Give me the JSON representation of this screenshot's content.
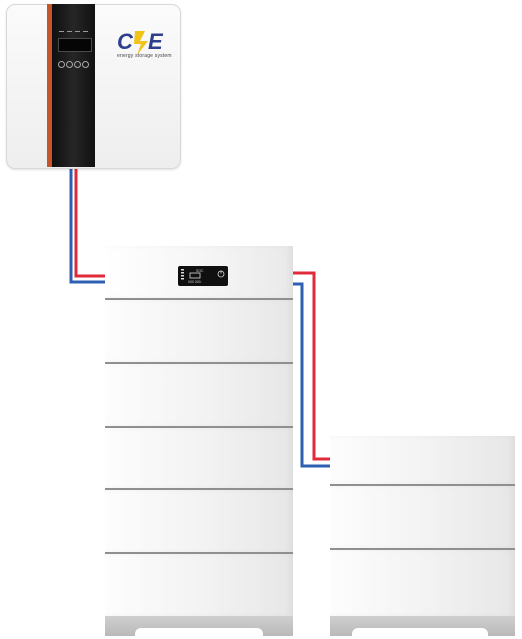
{
  "brand": {
    "logo_text": "CFE",
    "tagline": "energy storage system"
  },
  "colors": {
    "positive_cable": "#e02b3b",
    "negative_cable": "#2e5fb3",
    "inverter_accent": "#c4562a",
    "logo_blue": "#2d3f8c",
    "logo_yellow": "#f0c419"
  },
  "bms_display": {
    "line_1": "SOC",
    "line_2": "000 000."
  }
}
